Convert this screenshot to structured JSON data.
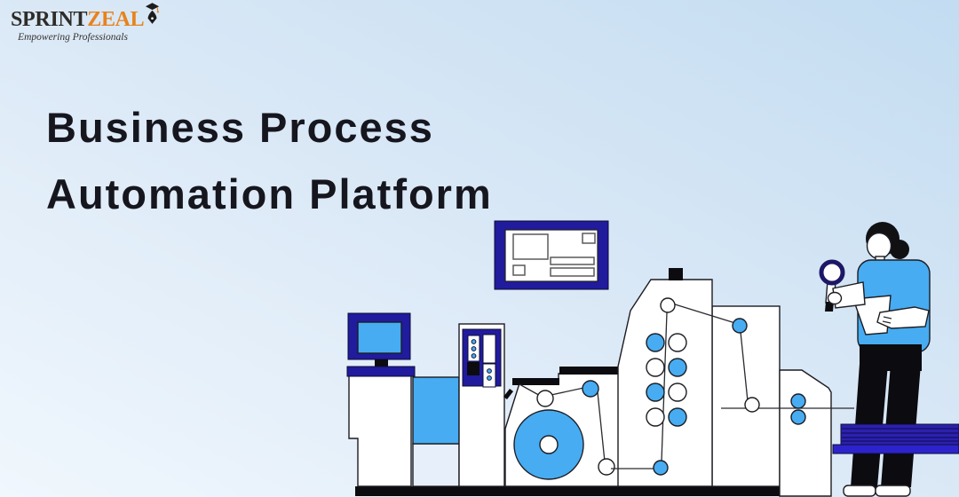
{
  "theme": {
    "background_end": "#c3dcf1",
    "navy": "#211b9e",
    "light_blue": "#47acf1",
    "dark_text": "#16161e",
    "logo_dark": "#2e2c28",
    "logo_orange": "#e8821d",
    "stack_blue": "#2b21ad",
    "stack_tray_blue": "#2d23cd"
  },
  "header": {
    "logo": {
      "brand_first": "SPRINT",
      "brand_second": "ZEAL",
      "tagline": "Empowering Professionals"
    }
  },
  "hero": {
    "title_line1": "Business Process",
    "title_line2": "Automation Platform"
  }
}
